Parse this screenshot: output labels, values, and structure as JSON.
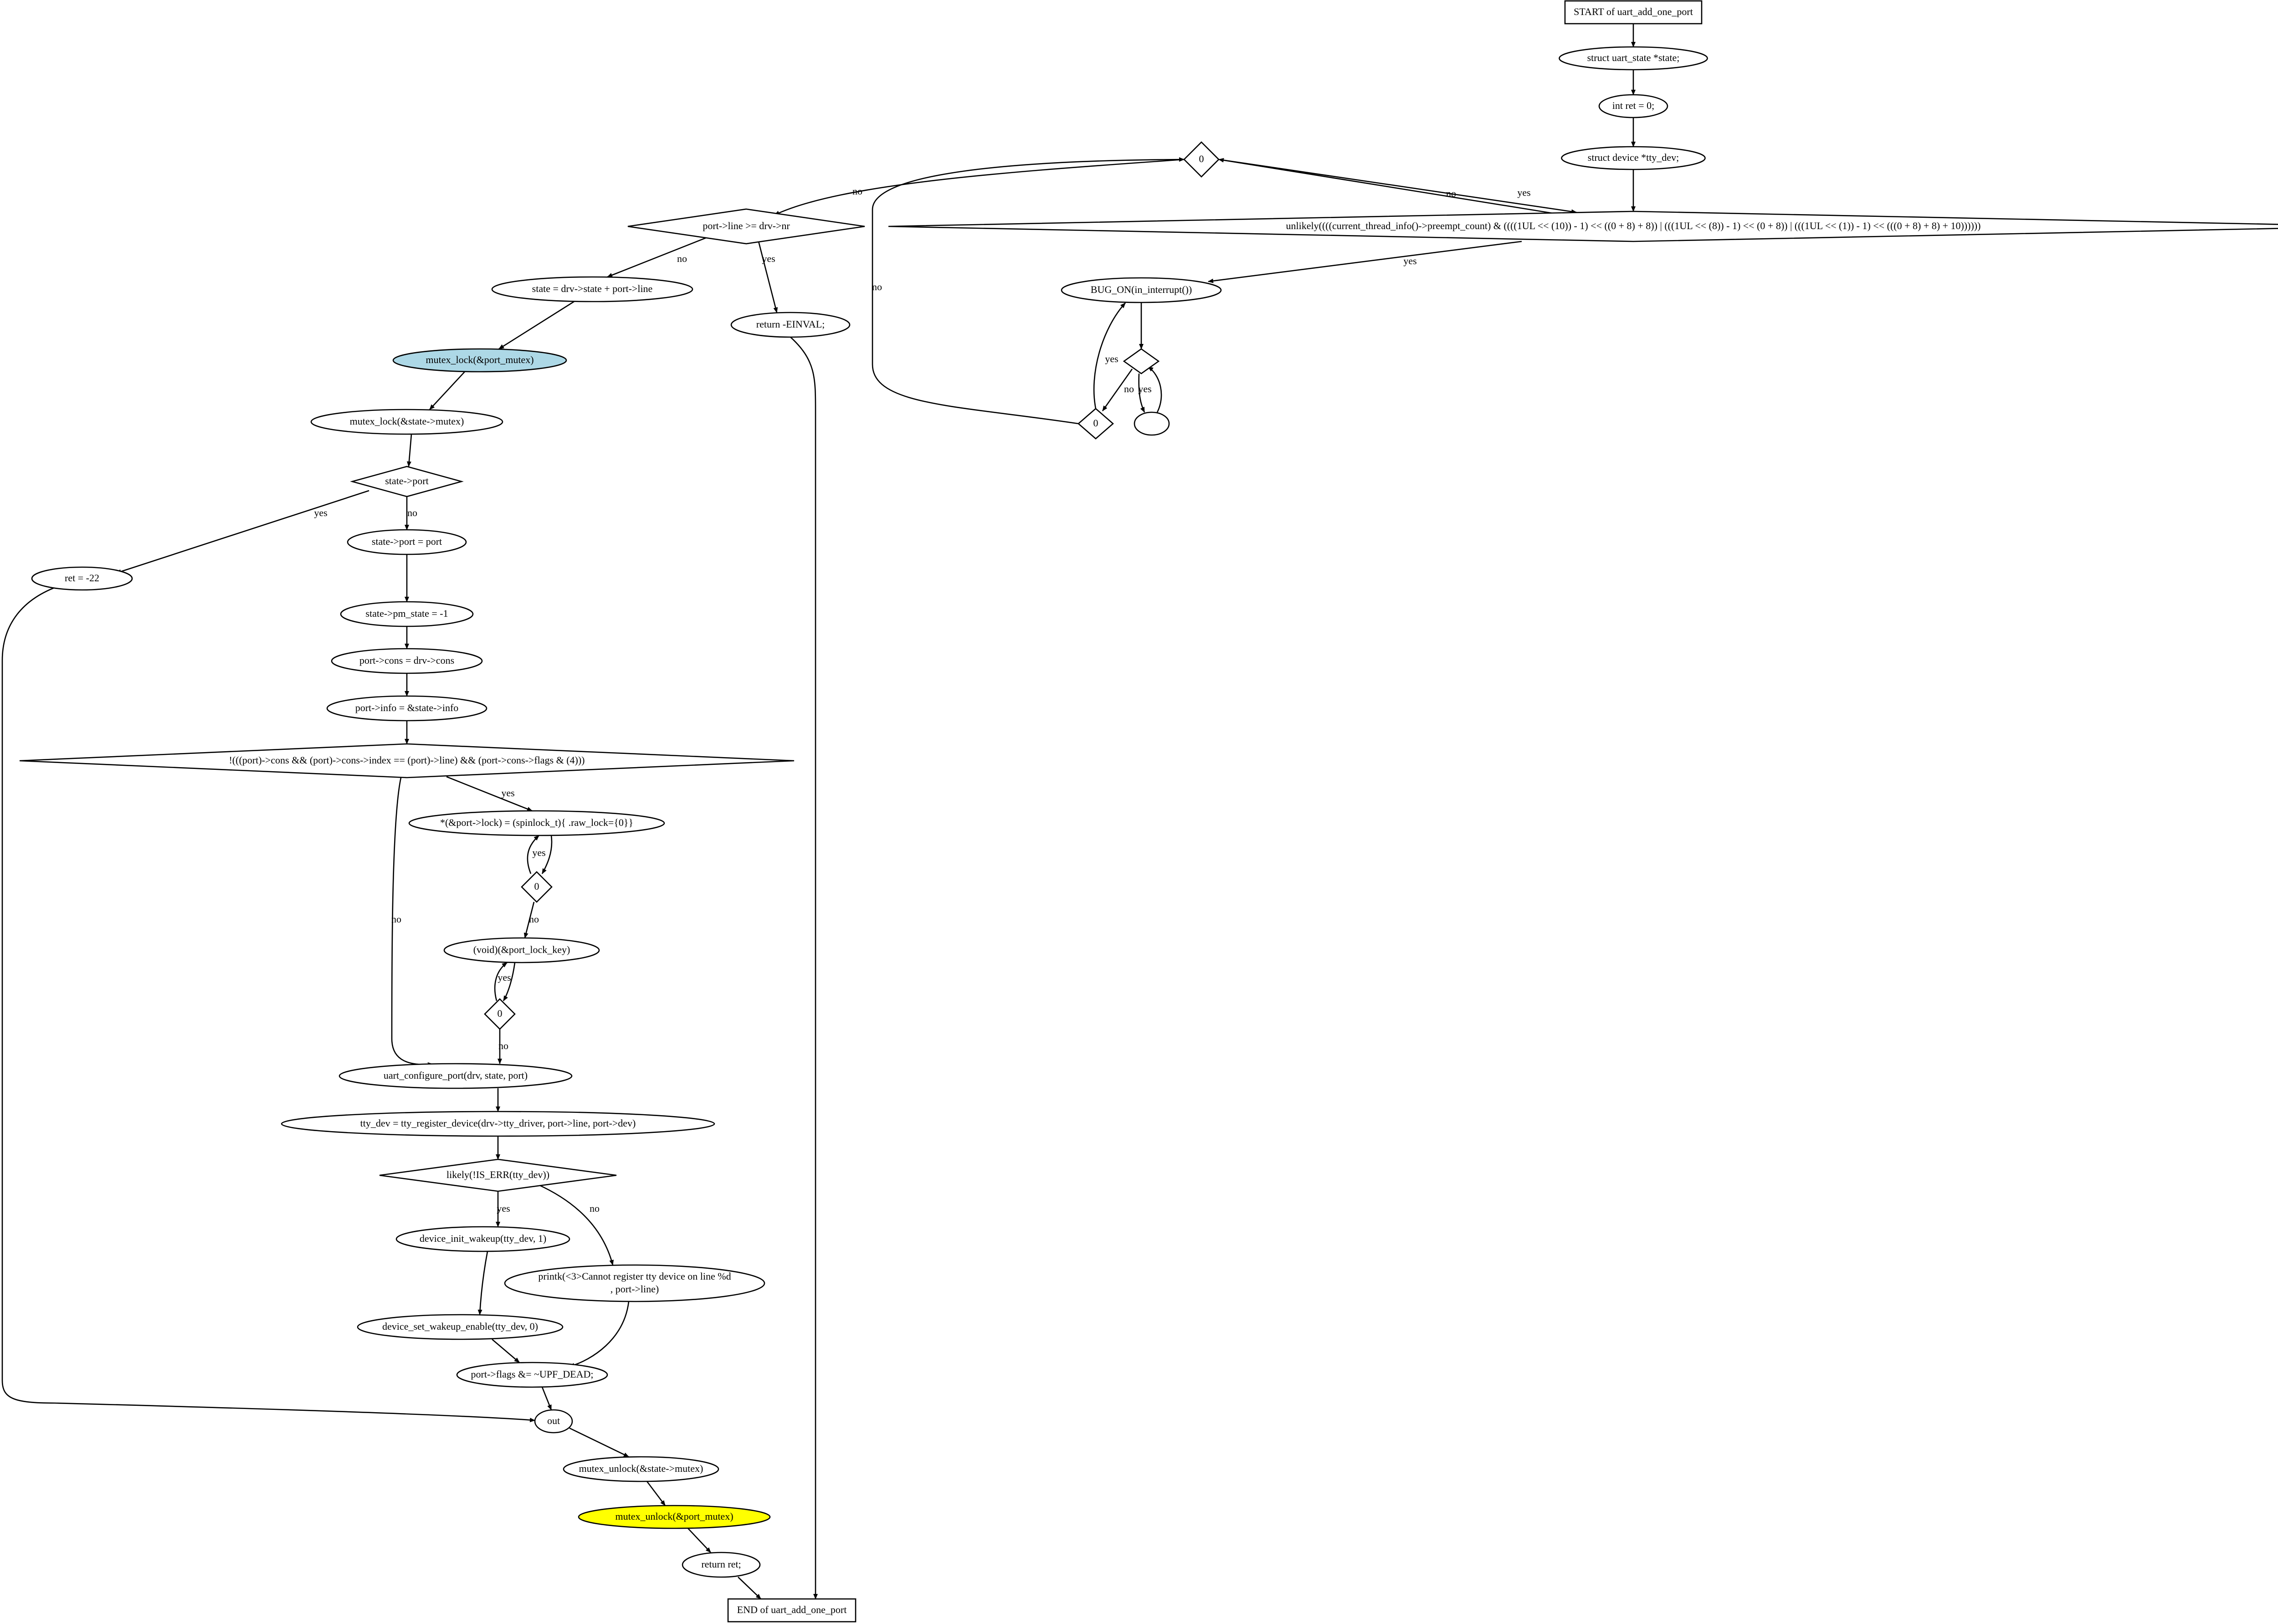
{
  "diagram": {
    "title": "START of uart_add_one_port",
    "colors": {
      "start_fill": "#add8e6",
      "end_fill": "#ffff00",
      "default_fill": "#ffffff",
      "stroke": "#000000"
    },
    "nodes": [
      {
        "id": "start",
        "shape": "box",
        "label": "START of uart_add_one_port"
      },
      {
        "id": "decl_state",
        "shape": "ellipse",
        "label": "struct uart_state *state;"
      },
      {
        "id": "decl_ret",
        "shape": "ellipse",
        "label": "int ret = 0;"
      },
      {
        "id": "decl_tty",
        "shape": "ellipse",
        "label": "struct device *tty_dev;"
      },
      {
        "id": "cond_unlikely",
        "shape": "diamond",
        "label": "unlikely((((current_thread_info()->preempt_count) & ((((1UL << (10)) - 1) << ((0 + 8) + 8)) | (((1UL << (8)) - 1) << (0 + 8)) | (((1UL << (1)) - 1) << (((0 + 8) + 8) + 10))))))"
      },
      {
        "id": "loop_zero_top",
        "shape": "diamond",
        "label": "0"
      },
      {
        "id": "bug_on",
        "shape": "ellipse",
        "label": "BUG_ON(in_interrupt())"
      },
      {
        "id": "bug_diamond",
        "shape": "diamond",
        "label": ""
      },
      {
        "id": "bug_zero",
        "shape": "diamond",
        "label": "0"
      },
      {
        "id": "bug_empty",
        "shape": "ellipse",
        "label": ""
      },
      {
        "id": "cond_line",
        "shape": "diamond",
        "label": "port->line >= drv->nr"
      },
      {
        "id": "state_assign",
        "shape": "ellipse",
        "label": "state = drv->state + port->line"
      },
      {
        "id": "ret_einval",
        "shape": "ellipse",
        "label": "return -EINVAL;"
      },
      {
        "id": "mutex_lock_port",
        "shape": "ellipse",
        "label": "mutex_lock(&port_mutex)",
        "fill": "start_fill"
      },
      {
        "id": "mutex_lock_state",
        "shape": "ellipse",
        "label": "mutex_lock(&state->mutex)"
      },
      {
        "id": "cond_state_port",
        "shape": "diamond",
        "label": "state->port"
      },
      {
        "id": "ret_22",
        "shape": "ellipse",
        "label": "ret = -22"
      },
      {
        "id": "state_port_assign",
        "shape": "ellipse",
        "label": "state->port = port"
      },
      {
        "id": "pm_state",
        "shape": "ellipse",
        "label": "state->pm_state = -1"
      },
      {
        "id": "port_cons",
        "shape": "ellipse",
        "label": "port->cons = drv->cons"
      },
      {
        "id": "port_info",
        "shape": "ellipse",
        "label": "port->info = &state->info"
      },
      {
        "id": "cond_console",
        "shape": "diamond",
        "label": "!(((port)->cons && (port)->cons->index == (port)->line) && (port->cons->flags & (4)))"
      },
      {
        "id": "spinlock_init",
        "shape": "ellipse",
        "label": "*(&port->lock) = (spinlock_t){ .raw_lock={0}}"
      },
      {
        "id": "zero_a",
        "shape": "diamond",
        "label": "0"
      },
      {
        "id": "void_key",
        "shape": "ellipse",
        "label": "(void)(&port_lock_key)"
      },
      {
        "id": "zero_b",
        "shape": "diamond",
        "label": "0"
      },
      {
        "id": "configure",
        "shape": "ellipse",
        "label": "uart_configure_port(drv, state, port)"
      },
      {
        "id": "tty_register",
        "shape": "ellipse",
        "label": "tty_dev = tty_register_device(drv->tty_driver, port->line, port->dev)"
      },
      {
        "id": "cond_likely",
        "shape": "diamond",
        "label": "likely(!IS_ERR(tty_dev))"
      },
      {
        "id": "wakeup",
        "shape": "ellipse",
        "label": "device_init_wakeup(tty_dev, 1)"
      },
      {
        "id": "printk",
        "shape": "ellipse",
        "label": "printk(<3>Cannot register tty device on line %d",
        "label2": ", port->line)"
      },
      {
        "id": "wakeup_enable",
        "shape": "ellipse",
        "label": "device_set_wakeup_enable(tty_dev, 0)"
      },
      {
        "id": "flags",
        "shape": "ellipse",
        "label": "port->flags &= ~UPF_DEAD;"
      },
      {
        "id": "out",
        "shape": "ellipse",
        "label": "out"
      },
      {
        "id": "unlock_state",
        "shape": "ellipse",
        "label": "mutex_unlock(&state->mutex)"
      },
      {
        "id": "unlock_port",
        "shape": "ellipse",
        "label": "mutex_unlock(&port_mutex)",
        "fill": "end_fill"
      },
      {
        "id": "return_ret",
        "shape": "ellipse",
        "label": "return ret;"
      },
      {
        "id": "end",
        "shape": "box",
        "label": "END of uart_add_one_port"
      }
    ],
    "edges": [
      {
        "id": "e_start_state",
        "label": ""
      },
      {
        "id": "e_state_ret",
        "label": ""
      },
      {
        "id": "e_ret_tty",
        "label": ""
      },
      {
        "id": "e_tty_unlikely",
        "label": ""
      },
      {
        "id": "e_unlikely_zero_no",
        "label": "no"
      },
      {
        "id": "e_zero_unlikely_yes",
        "label": "yes"
      },
      {
        "id": "e_unlikely_bug_yes",
        "label": "yes"
      },
      {
        "id": "e_bug_diamond",
        "label": ""
      },
      {
        "id": "e_bugd_zero_no",
        "label": "no"
      },
      {
        "id": "e_bugd_empty_yes",
        "label": "yes"
      },
      {
        "id": "e_empty_bugd",
        "label": ""
      },
      {
        "id": "e_bugzero_bug_yes",
        "label": "yes"
      },
      {
        "id": "e_bugzero_top_no",
        "label": "no"
      },
      {
        "id": "e_zero_line_no",
        "label": "no"
      },
      {
        "id": "e_line_state_no",
        "label": "no"
      },
      {
        "id": "e_line_einval_yes",
        "label": "yes"
      },
      {
        "id": "e_einval_end",
        "label": ""
      },
      {
        "id": "e_state_lockport",
        "label": ""
      },
      {
        "id": "e_lockport_lockstate",
        "label": ""
      },
      {
        "id": "e_lockstate_cond",
        "label": ""
      },
      {
        "id": "e_cond_ret22_yes",
        "label": "yes"
      },
      {
        "id": "e_cond_assign_no",
        "label": "no"
      },
      {
        "id": "e_assign_pm",
        "label": ""
      },
      {
        "id": "e_pm_cons",
        "label": ""
      },
      {
        "id": "e_cons_info",
        "label": ""
      },
      {
        "id": "e_info_console",
        "label": ""
      },
      {
        "id": "e_console_spin_yes",
        "label": "yes"
      },
      {
        "id": "e_console_config_no",
        "label": "no"
      },
      {
        "id": "e_spin_zeroa",
        "label": ""
      },
      {
        "id": "e_zeroa_spin_yes",
        "label": "yes"
      },
      {
        "id": "e_zeroa_void_no",
        "label": "no"
      },
      {
        "id": "e_void_zerob",
        "label": ""
      },
      {
        "id": "e_zerob_void_yes",
        "label": "yes"
      },
      {
        "id": "e_zerob_config_no",
        "label": "no"
      },
      {
        "id": "e_config_tty",
        "label": ""
      },
      {
        "id": "e_tty_likely",
        "label": ""
      },
      {
        "id": "e_likely_wakeup_yes",
        "label": "yes"
      },
      {
        "id": "e_likely_printk_no",
        "label": "no"
      },
      {
        "id": "e_wakeup_enable",
        "label": ""
      },
      {
        "id": "e_enable_flags",
        "label": ""
      },
      {
        "id": "e_printk_flags",
        "label": ""
      },
      {
        "id": "e_flags_out",
        "label": ""
      },
      {
        "id": "e_ret22_out",
        "label": ""
      },
      {
        "id": "e_out_unlock",
        "label": ""
      },
      {
        "id": "e_unlock_unlockport",
        "label": ""
      },
      {
        "id": "e_unlockport_return",
        "label": ""
      },
      {
        "id": "e_return_end",
        "label": ""
      }
    ]
  }
}
